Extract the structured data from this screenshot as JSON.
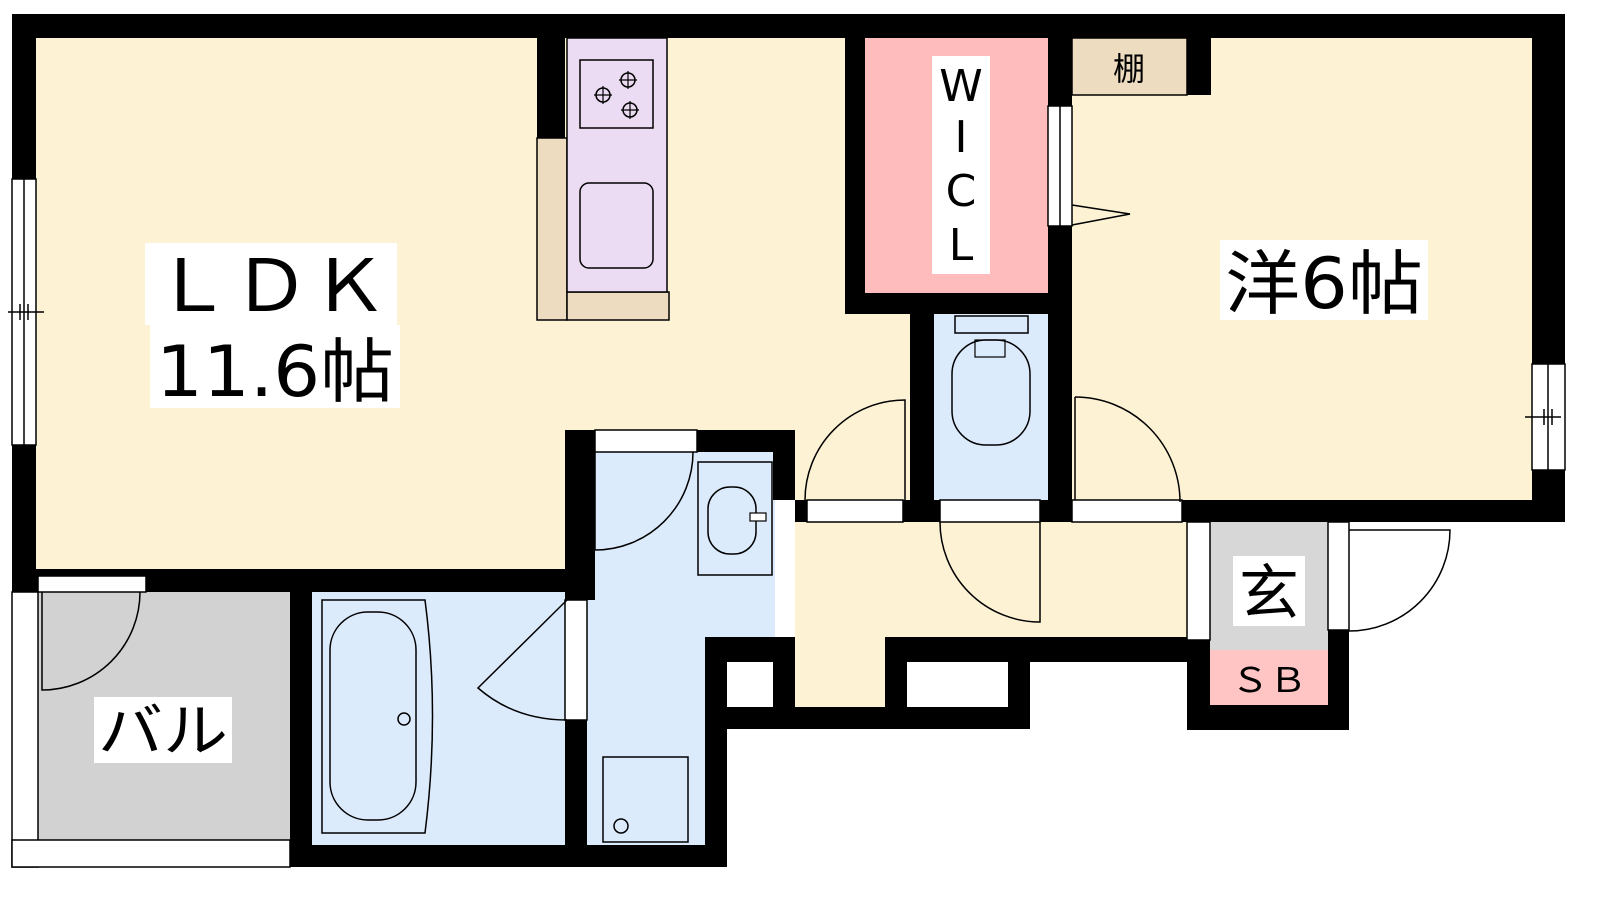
{
  "rooms": {
    "ldk": {
      "name": "ＬＤＫ",
      "size": "11.6帖"
    },
    "western": {
      "name": "洋6帖"
    },
    "wic": {
      "letters": [
        "W",
        "I",
        "C",
        "L"
      ]
    },
    "shelf": {
      "name": "棚"
    },
    "entrance": {
      "name": "玄"
    },
    "shoebox": {
      "name": "ＳＢ"
    },
    "balcony": {
      "name": "バル"
    }
  },
  "colors": {
    "wall": "#000000",
    "living": "#fdf2d4",
    "kitchen": "#ecdcf3",
    "closet": "#ffbcbc",
    "wet": "#dcebfc",
    "balcony": "#d2d2d2",
    "wood": "#eddcc0",
    "shoebox": "#ffc4c4",
    "genkan": "#d7d7d7"
  }
}
